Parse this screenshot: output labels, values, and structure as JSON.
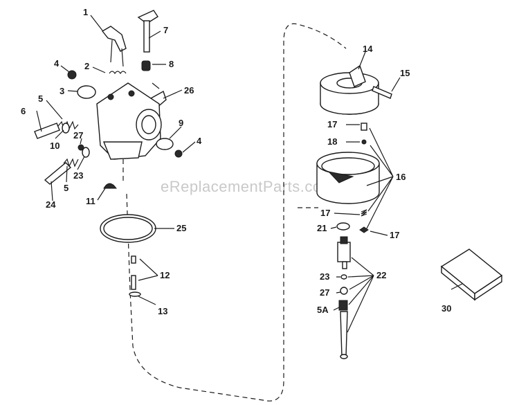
{
  "watermark": "eReplacementParts.com",
  "callouts": [
    {
      "id": "c1",
      "label": "1"
    },
    {
      "id": "c7",
      "label": "7"
    },
    {
      "id": "c2",
      "label": "2"
    },
    {
      "id": "c8",
      "label": "8"
    },
    {
      "id": "c4a",
      "label": "4"
    },
    {
      "id": "c3",
      "label": "3"
    },
    {
      "id": "c26",
      "label": "26"
    },
    {
      "id": "c5a",
      "label": "5"
    },
    {
      "id": "c6",
      "label": "6"
    },
    {
      "id": "c27a",
      "label": "27"
    },
    {
      "id": "c10",
      "label": "10"
    },
    {
      "id": "c9",
      "label": "9"
    },
    {
      "id": "c4b",
      "label": "4"
    },
    {
      "id": "c23a",
      "label": "23"
    },
    {
      "id": "c5b",
      "label": "5"
    },
    {
      "id": "c24",
      "label": "24"
    },
    {
      "id": "c11",
      "label": "11"
    },
    {
      "id": "c25",
      "label": "25"
    },
    {
      "id": "c12",
      "label": "12"
    },
    {
      "id": "c13",
      "label": "13"
    },
    {
      "id": "c14",
      "label": "14"
    },
    {
      "id": "c15",
      "label": "15"
    },
    {
      "id": "c17a",
      "label": "17"
    },
    {
      "id": "c18",
      "label": "18"
    },
    {
      "id": "c16",
      "label": "16"
    },
    {
      "id": "c17b",
      "label": "17"
    },
    {
      "id": "c21",
      "label": "21"
    },
    {
      "id": "c17c",
      "label": "17"
    },
    {
      "id": "c22",
      "label": "22"
    },
    {
      "id": "c23b",
      "label": "23"
    },
    {
      "id": "c27b",
      "label": "27"
    },
    {
      "id": "c5A",
      "label": "5A"
    },
    {
      "id": "c30",
      "label": "30"
    }
  ]
}
